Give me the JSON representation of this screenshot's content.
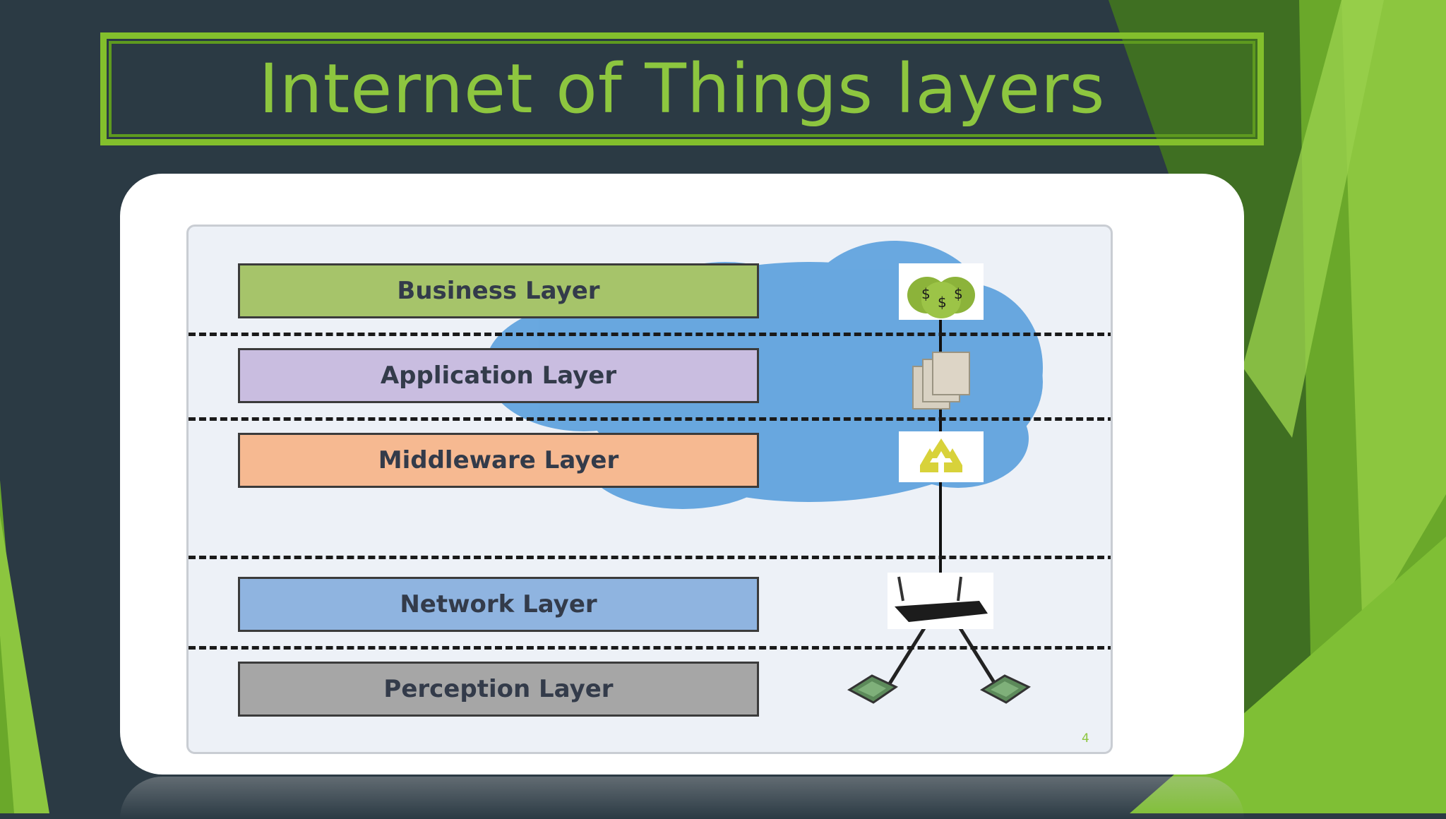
{
  "slide": {
    "title": "Internet of Things layers",
    "page_number": "4"
  },
  "diagram": {
    "layers": [
      {
        "label": "Business Layer",
        "color": "#a6c46a"
      },
      {
        "label": "Application Layer",
        "color": "#c9bde0"
      },
      {
        "label": "Middleware Layer",
        "color": "#f6b991"
      },
      {
        "label": "Network Layer",
        "color": "#8fb4e0"
      },
      {
        "label": "Perception Layer",
        "color": "#a6a6a6"
      }
    ],
    "icons": [
      "money-bag-icon",
      "documents-icon",
      "recycle-icon",
      "router-icon",
      "sensor-icon"
    ]
  },
  "colors": {
    "background": "#2b3a44",
    "accent_green": "#8dc63f",
    "cloud_blue": "#5aa0dd"
  }
}
